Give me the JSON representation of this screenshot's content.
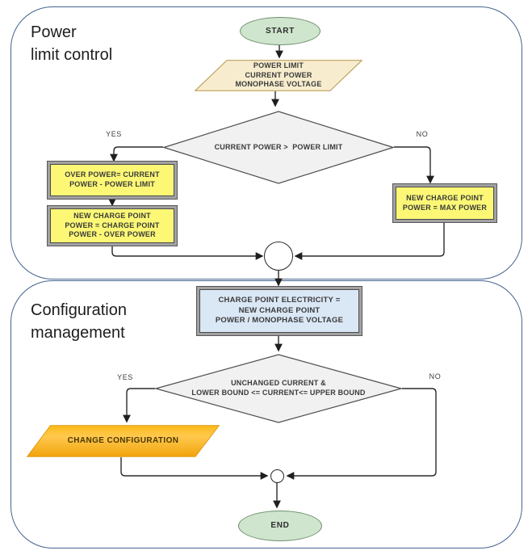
{
  "diagram": {
    "sections": {
      "power": {
        "title_lines": [
          "Power",
          "limit control"
        ]
      },
      "config": {
        "title_lines": [
          "Configuration",
          "management"
        ]
      }
    },
    "nodes": {
      "start": {
        "label": "START"
      },
      "inputs": {
        "lines": [
          "POWER LIMIT",
          "CURRENT POWER",
          "MONOPHASE VOLTAGE"
        ]
      },
      "decision_power": {
        "label": "CURRENT POWER >  POWER LIMIT"
      },
      "over_power": {
        "lines": [
          "OVER POWER= CURRENT",
          "POWER - POWER LIMIT"
        ]
      },
      "new_charge_point_yes": {
        "lines": [
          "NEW CHARGE POINT",
          "POWER = CHARGE POINT",
          "POWER - OVER POWER"
        ]
      },
      "new_charge_point_no": {
        "lines": [
          "NEW CHARGE POINT",
          "POWER = MAX POWER"
        ]
      },
      "charge_point_electricity": {
        "lines": [
          "CHARGE POINT ELECTRICITY =",
          "NEW CHARGE POINT",
          "POWER / MONOPHASE VOLTAGE"
        ]
      },
      "decision_current": {
        "lines": [
          "UNCHANGED CURRENT &",
          "LOWER BOUND <= CURRENT<= UPPER BOUND"
        ]
      },
      "change_configuration": {
        "label": "CHANGE CONFIGURATION"
      },
      "end": {
        "label": "END"
      }
    },
    "edge_labels": {
      "power_yes": "YES",
      "power_no": "NO",
      "current_yes": "YES",
      "current_no": "NO"
    }
  },
  "colors": {
    "container_border": "#45648F",
    "terminal_fill": "#CFE5CD",
    "terminal_border": "#6F8F6F",
    "io_fill": "#F7EDCE",
    "io_border": "#BFA25F",
    "decision_fill": "#F1F1F1",
    "decision_border": "#4F4F4F",
    "process_fill": "#FCF876",
    "process_alt_fill": "#DAE7F5",
    "config_top": "#FBB918",
    "config_mid": "#FFC94E",
    "config_bottom": "#F1A30B",
    "config_border": "#E09B10"
  }
}
